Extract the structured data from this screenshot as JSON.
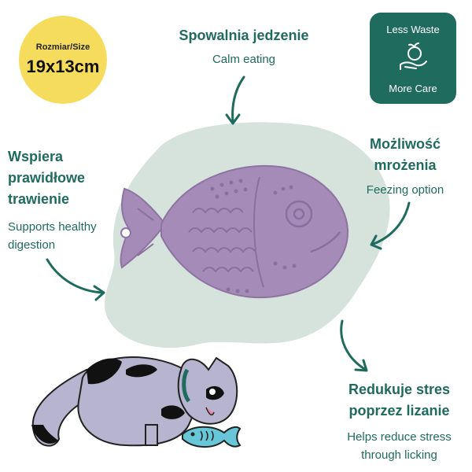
{
  "size_badge": {
    "label": "Rozmiar/Size",
    "value": "19x13cm"
  },
  "eco_badge": {
    "top_text": "Less Waste",
    "bottom_text": "More Care",
    "icon": "hand-globe-plant-icon"
  },
  "callouts": {
    "slow_feeding": {
      "heading": "Spowalnia jedzenie",
      "sub": "Calm eating"
    },
    "digestion": {
      "heading_lines": [
        "Wspiera",
        "prawidłowe",
        "trawienie"
      ],
      "sub_lines": [
        "Supports healthy",
        "digestion"
      ]
    },
    "freezing": {
      "heading_lines": [
        "Możliwość",
        "mrożenia"
      ],
      "sub": "Feezing option"
    },
    "stress": {
      "heading_lines": [
        "Redukuje stres",
        "poprzez lizanie"
      ],
      "sub_lines": [
        "Helps reduce stress",
        "through licking"
      ]
    }
  },
  "colors": {
    "teal": "#1f6b5e",
    "yellow": "#f6dc5c",
    "blob": "#d5e3dc",
    "mat": "#a58bb8"
  }
}
